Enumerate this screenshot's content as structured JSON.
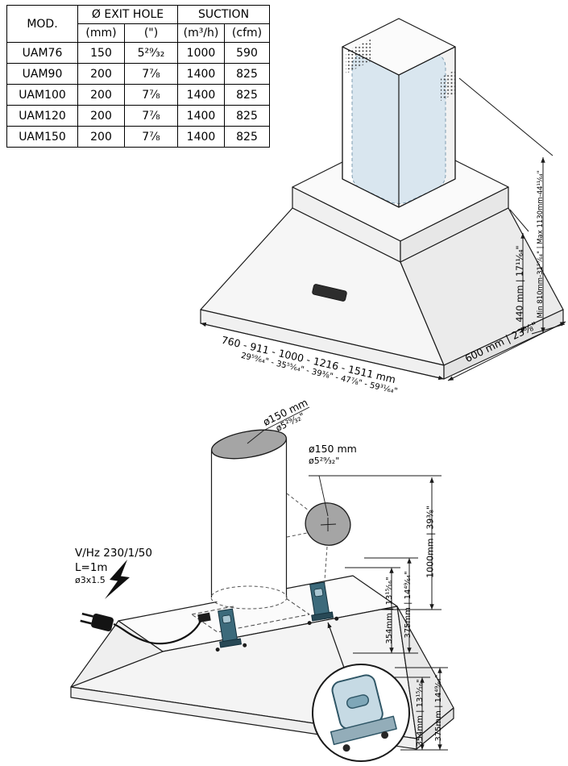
{
  "spec_table": {
    "headers": {
      "mod": "MOD.",
      "exit_hole": "Ø EXIT HOLE",
      "suction": "SUCTION",
      "mm": "(mm)",
      "inches": "(\")",
      "m3h": "(m³/h)",
      "cfm": "(cfm)"
    },
    "rows": [
      {
        "mod": "UAM76",
        "mm": "150",
        "inches": "5²⁹⁄₃₂",
        "m3h": "1000",
        "cfm": "590"
      },
      {
        "mod": "UAM90",
        "mm": "200",
        "inches": "7⁷⁄₈",
        "m3h": "1400",
        "cfm": "825"
      },
      {
        "mod": "UAM100",
        "mm": "200",
        "inches": "7⁷⁄₈",
        "m3h": "1400",
        "cfm": "825"
      },
      {
        "mod": "UAM120",
        "mm": "200",
        "inches": "7⁷⁄₈",
        "m3h": "1400",
        "cfm": "825"
      },
      {
        "mod": "UAM150",
        "mm": "200",
        "inches": "7⁷⁄₈",
        "m3h": "1400",
        "cfm": "825"
      }
    ]
  },
  "front_view": {
    "width_mm": "760 - 911 - 1000 - 1216 - 1511 mm",
    "width_in": "29⁵⁹⁄₆₄\" - 35⁵⁵⁄₆₄\" - 39³⁄₈\" - 47⁷⁄₈\" - 59³¹⁄₆₄\"",
    "depth": "600 mm | 23⁵⁄₈\"",
    "body_height": "440 mm | 17¹¹⁄₆₄\"",
    "total_height": "Min 810mm-31⁵⁷⁄₆₄\" | Max 1130mm-44¹¹⁄₆₄\""
  },
  "install_view": {
    "exit_hole_mm": "ø150 mm",
    "exit_hole_in": "ø5²⁹⁄₃₂\"",
    "power": {
      "voltage": "V/Hz 230/1/50",
      "cable_length": "L=1m",
      "cable_section": "ø3x1.5"
    },
    "height_to_outlet": "1000mm | 39³⁄₈\"",
    "bracket_dim_a": "354mm | 13¹⁵⁄₁₆\"",
    "bracket_dim_b": "375mm | 14⁴⁹⁄₆₄\""
  },
  "colors": {
    "line": "#1a1a1a",
    "inner_duct_blue": "#d9e6ef",
    "bracket_teal": "#3c6a7b",
    "hole_gray": "#a5a5a5"
  }
}
